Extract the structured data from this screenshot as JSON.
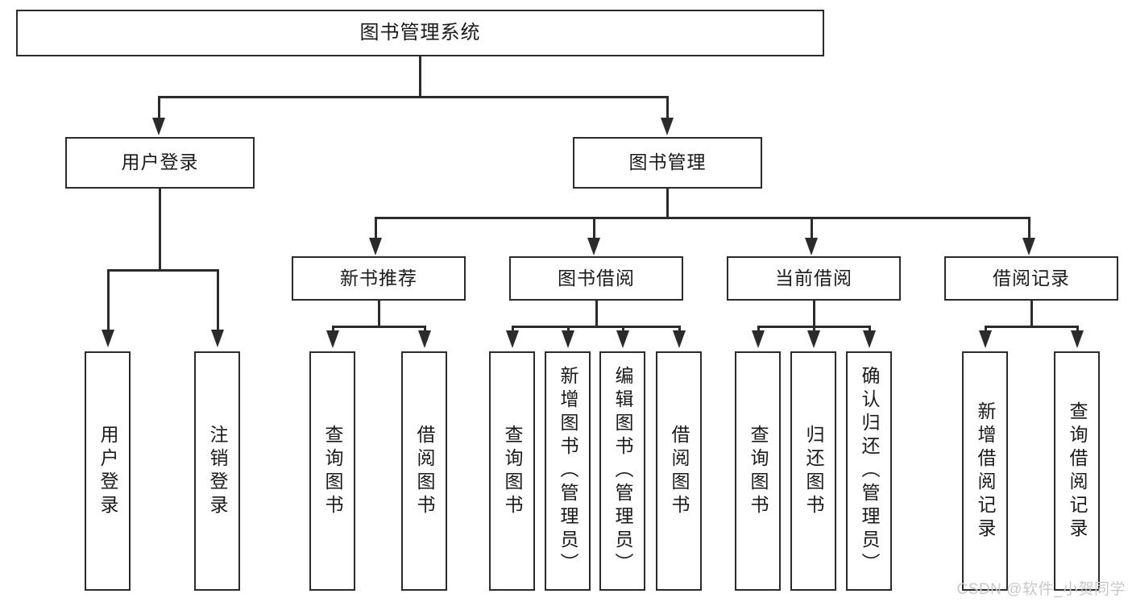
{
  "diagram": {
    "title": "图书管理系统",
    "type": "tree-hierarchy",
    "watermark": "CSDN @软件_小贺同学",
    "colors": {
      "stroke": "#2b2b2b",
      "fill": "#ffffff",
      "text": "#1a1a1a",
      "watermark": "#c9c9c9"
    },
    "levels": {
      "root": {
        "label": "图书管理系统"
      },
      "level2": [
        {
          "label": "用户登录"
        },
        {
          "label": "图书管理"
        }
      ],
      "level3": [
        {
          "label": "新书推荐"
        },
        {
          "label": "图书借阅"
        },
        {
          "label": "当前借阅"
        },
        {
          "label": "借阅记录"
        }
      ],
      "leaves": {
        "user_login": [
          {
            "label": "用户登录"
          },
          {
            "label": "注销登录"
          }
        ],
        "new_book_recommend": [
          {
            "label": "查询图书"
          },
          {
            "label": "借阅图书"
          }
        ],
        "book_borrow": [
          {
            "label": "查询图书"
          },
          {
            "label": "新增图书（管理员）"
          },
          {
            "label": "编辑图书（管理员）"
          },
          {
            "label": "借阅图书"
          }
        ],
        "current_borrow": [
          {
            "label": "查询图书"
          },
          {
            "label": "归还图书"
          },
          {
            "label": "确认归还（管理员）"
          }
        ],
        "borrow_record": [
          {
            "label": "新增借阅记录"
          },
          {
            "label": "查询借阅记录"
          }
        ]
      }
    }
  }
}
